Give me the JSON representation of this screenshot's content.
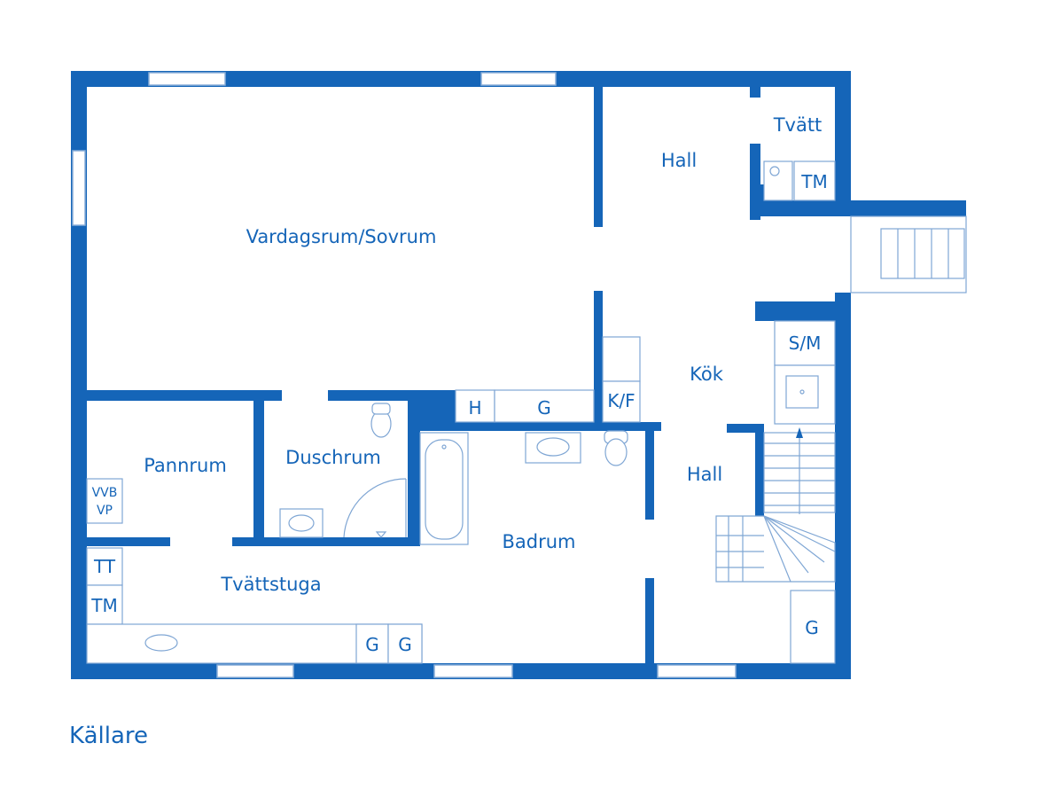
{
  "colors": {
    "wall": "#1565b8",
    "text": "#1565b8",
    "fixture": "#7fa6d4"
  },
  "floor_label": "Källare",
  "rooms": {
    "vardagsrum": "Vardagsrum/Sovrum",
    "hall_top": "Hall",
    "tvatt": "Tvätt",
    "kok": "Kök",
    "hall_mid": "Hall",
    "pannrum": "Pannrum",
    "duschrum": "Duschrum",
    "badrum": "Badrum",
    "tvattstuga": "Tvättstuga"
  },
  "fixtures": {
    "tm_top": "TM",
    "sm": "S/M",
    "h": "H",
    "g_kitchen": "G",
    "kf": "K/F",
    "vvb": "VVB",
    "vp": "VP",
    "tt": "TT",
    "tm_bottom": "TM",
    "g1": "G",
    "g2": "G",
    "g_hall": "G"
  }
}
